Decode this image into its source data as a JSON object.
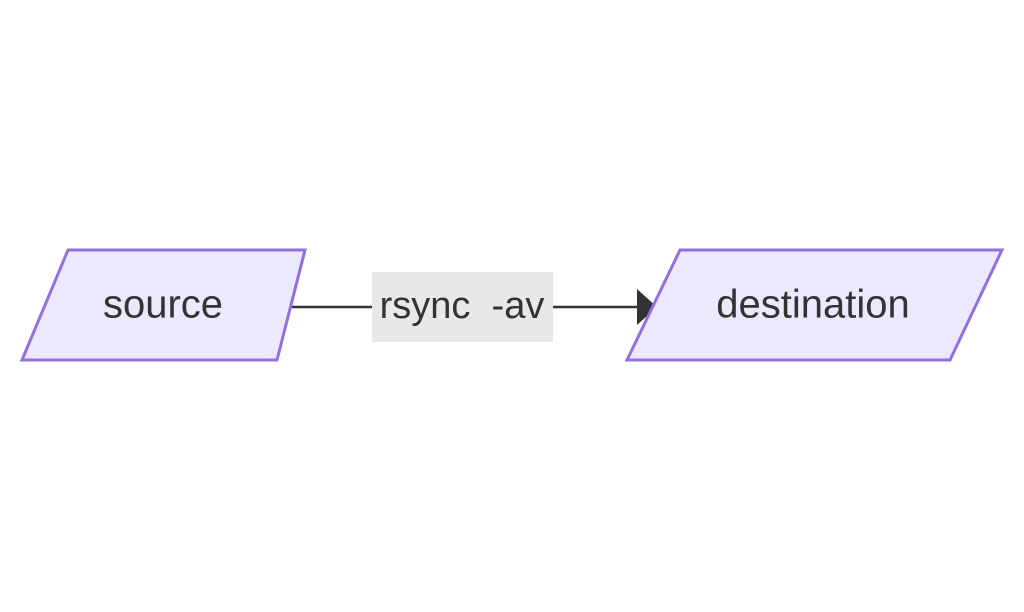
{
  "diagram": {
    "type": "flowchart",
    "direction": "left-to-right",
    "background_color": "#ffffff",
    "nodes": [
      {
        "id": "source",
        "label": "source",
        "shape": "parallelogram",
        "fill_color": "#ece8fd",
        "border_color": "#9370e0",
        "text_color": "#333333"
      },
      {
        "id": "destination",
        "label": "destination",
        "shape": "parallelogram",
        "fill_color": "#ece8fd",
        "border_color": "#9370e0",
        "text_color": "#333333"
      }
    ],
    "edges": [
      {
        "id": "source-to-destination",
        "from": "source",
        "to": "destination",
        "label": "rsync  -av",
        "label_bg_color": "#e8e8e8",
        "line_color": "#333333",
        "arrow": "filled-triangle"
      }
    ]
  }
}
